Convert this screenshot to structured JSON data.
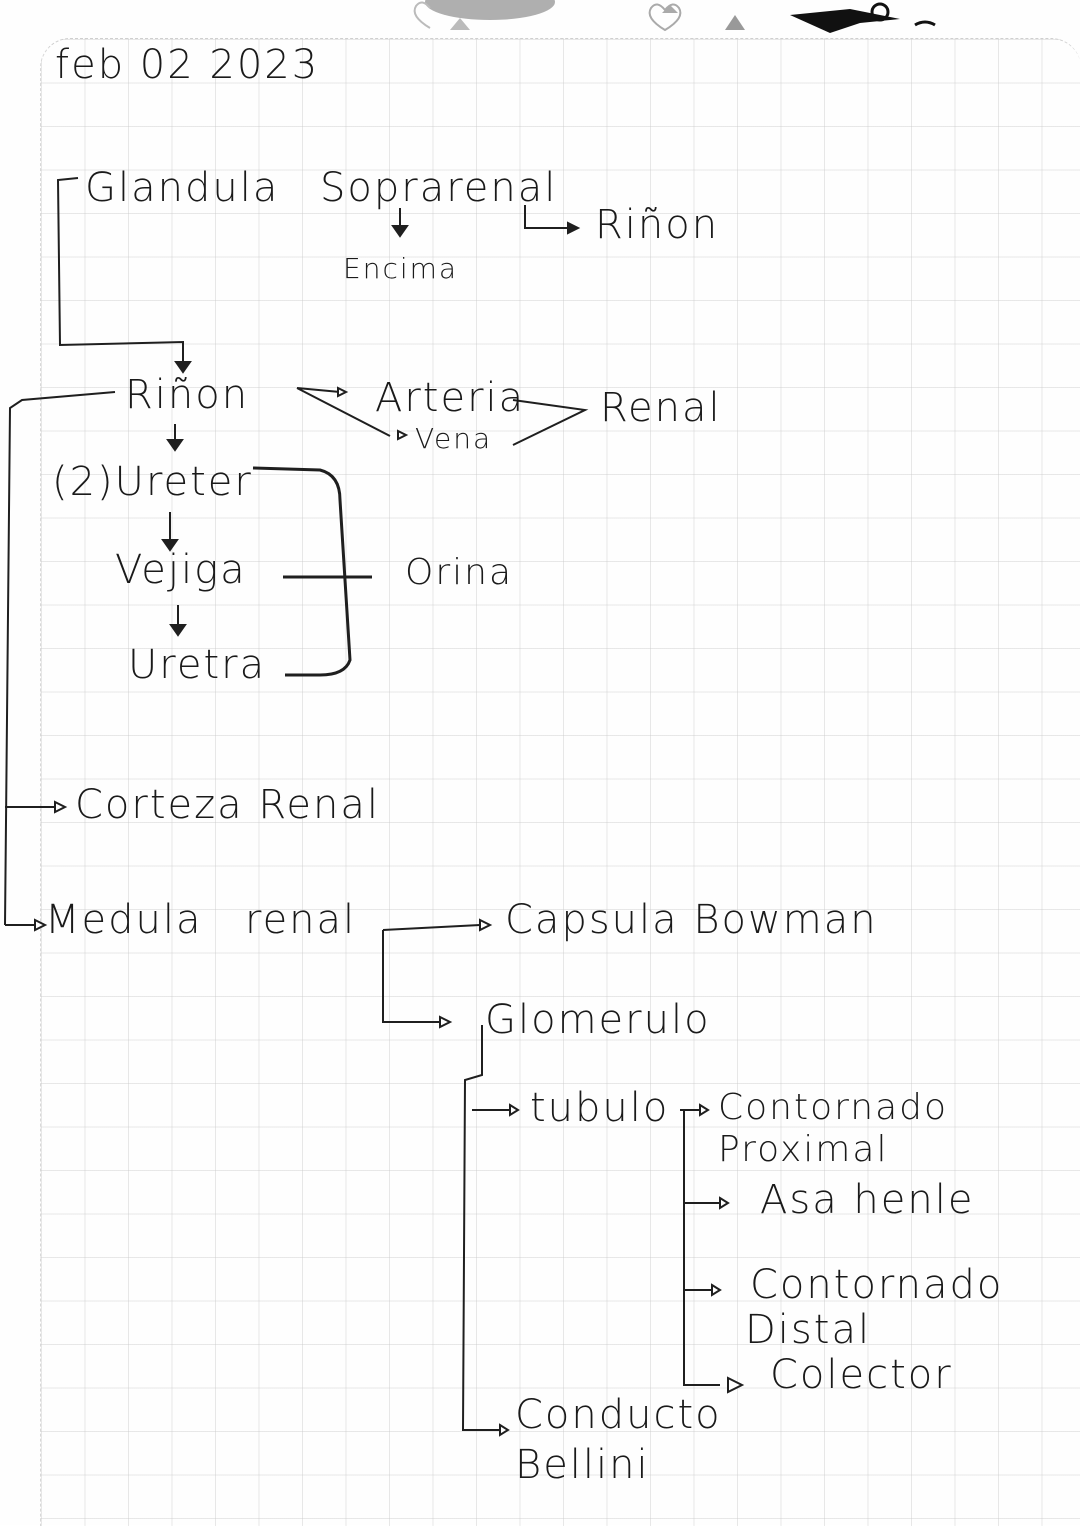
{
  "page": {
    "date": "feb 02  2023",
    "colors": {
      "ink": "#1a1a1a",
      "grid": "#bebebe",
      "paper": "#fefefe"
    }
  },
  "diagram": {
    "glandula": {
      "label": "Glandula",
      "label2": "Soprarenal",
      "below": "Encima",
      "right": "Riñon"
    },
    "rinon": {
      "label": "Riñon",
      "vessels": [
        "Arteria",
        "Vena"
      ],
      "vessels_group": "Renal",
      "path": [
        "(2)Ureter",
        "Vejiga",
        "Uretra"
      ],
      "path_group": "Orina"
    },
    "corteza": {
      "label": "Corteza Renal"
    },
    "medula": {
      "label": "Medula",
      "label2": "renal",
      "children": {
        "capsula": "Capsula Bowman",
        "glomerulo": "Glomerulo",
        "tubulo": "tubulo",
        "tubulo_parts": {
          "proximal_1": "Contornado",
          "proximal_2": "Proximal",
          "asa": "Asa henle",
          "distal_1": "Contornado",
          "distal_2": "Distal",
          "colector": "Colector"
        },
        "conducto_1": "Conducto",
        "conducto_2": "Bellini"
      }
    }
  }
}
